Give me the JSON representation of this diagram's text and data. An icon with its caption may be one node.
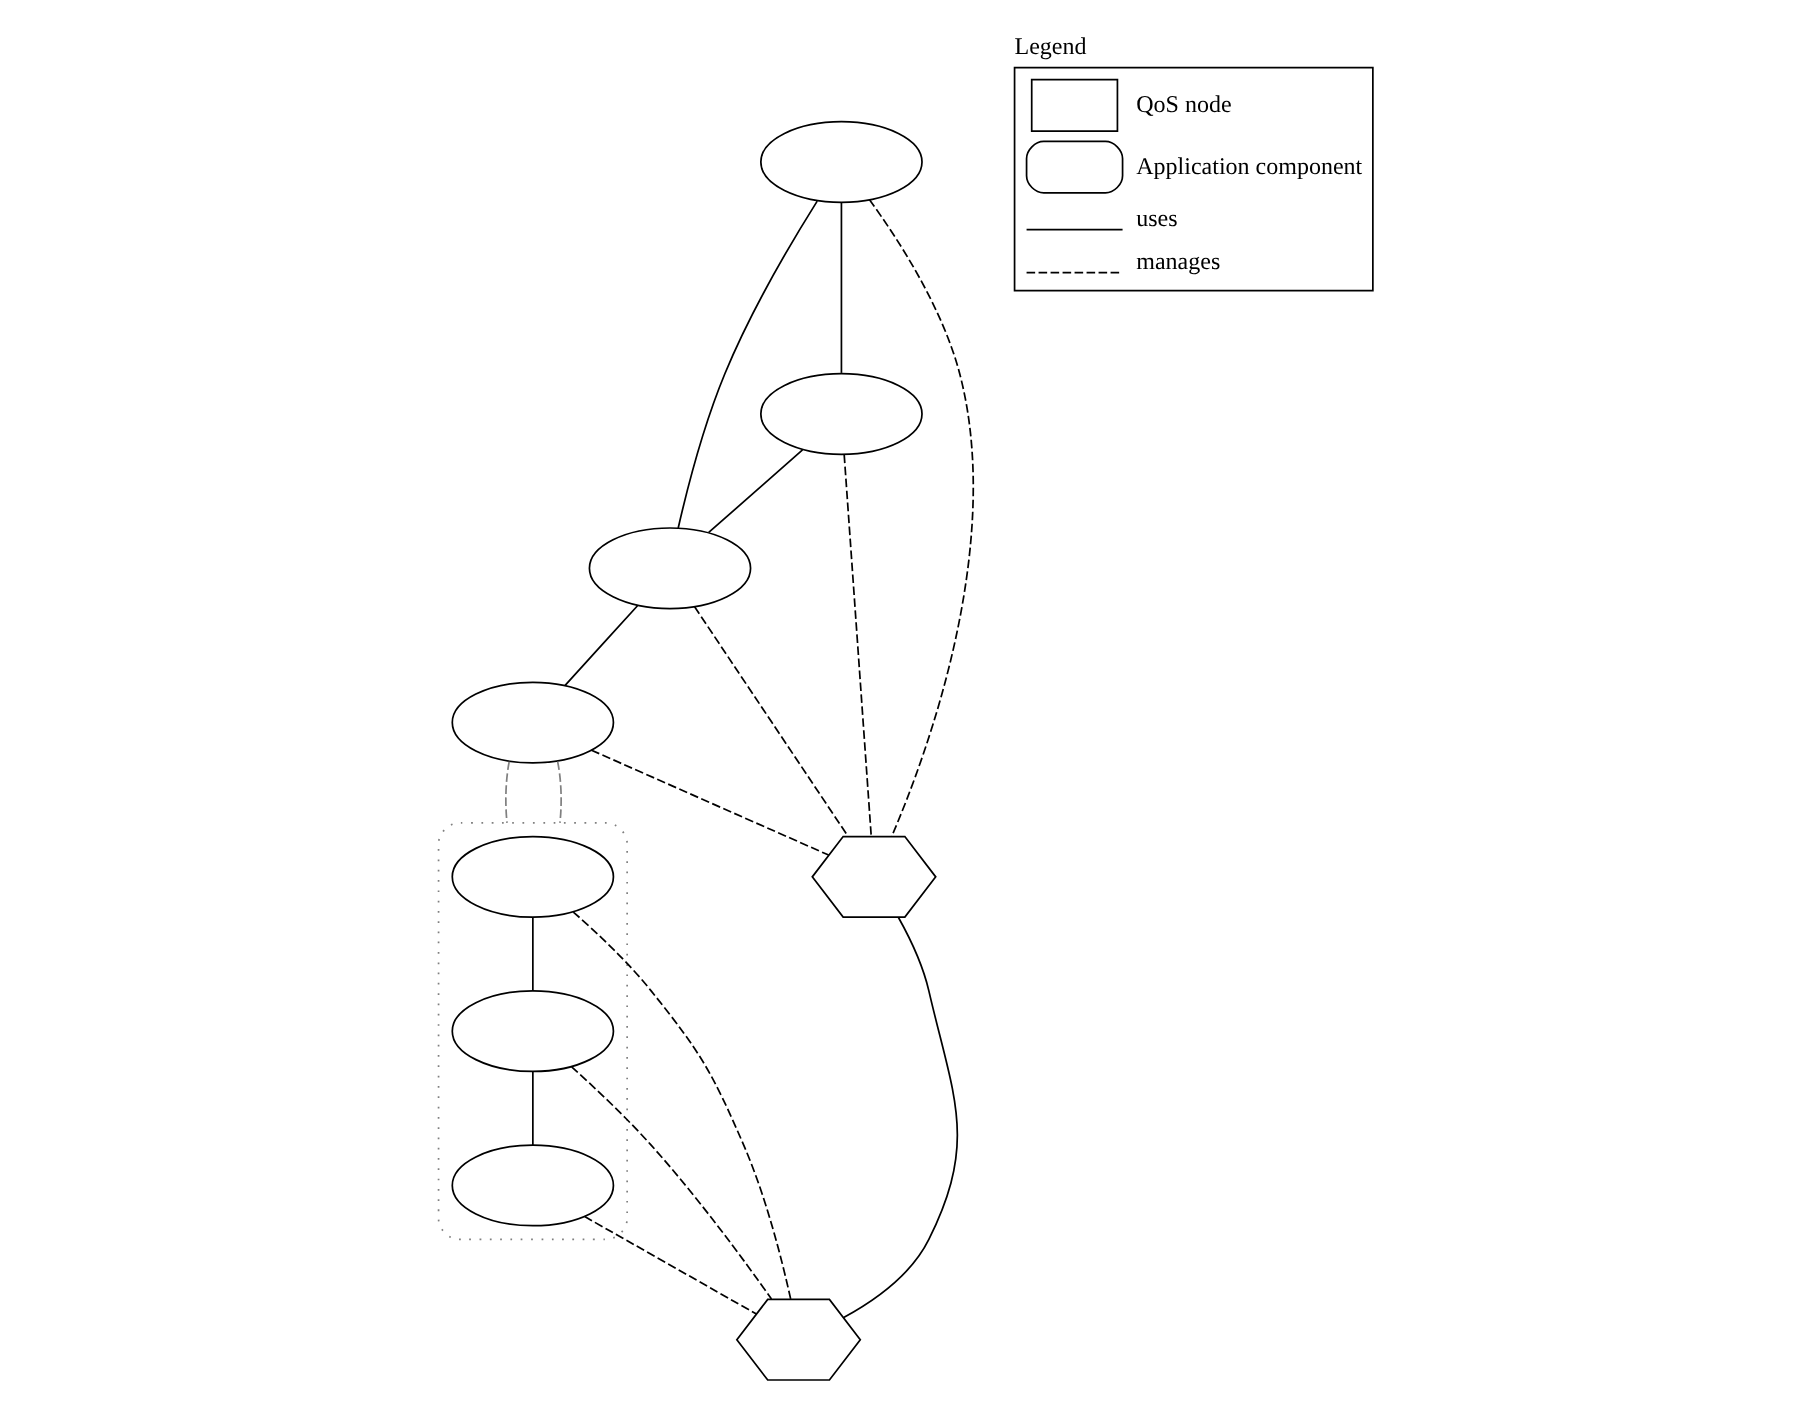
{
  "diagram": {
    "nodes": [
      {
        "text": [],
        "shape": "ellipse"
      },
      {
        "text": [],
        "shape": "ellipse"
      },
      {
        "text": [],
        "shape": "ellipse"
      },
      {
        "text": [],
        "shape": "ellipse"
      },
      {
        "text": [],
        "shape": "hexagon"
      },
      {
        "text": [],
        "shape": "ellipse"
      },
      {
        "text": [],
        "shape": "ellipse",
        "in": 5
      },
      {
        "text": [],
        "shape": "ellipse",
        "in": 5
      },
      {
        "text": [],
        "shape": "ellipse",
        "in": 5
      },
      {
        "text": [],
        "shape": "hexagon"
      }
    ],
    "edges": [
      {
        "from": 0,
        "to": 1,
        "arrow": "none"
      },
      {
        "from": 0,
        "to": 2,
        "arrow": "none"
      },
      {
        "from": 1,
        "to": 2,
        "arrow": "none"
      },
      {
        "from": 2,
        "to": 3,
        "arrow": "none"
      },
      {
        "from": 0,
        "to": 4,
        "arrow": "none",
        "style": "dashed"
      },
      {
        "from": 2,
        "to": 4,
        "arrow": "none",
        "style": "dashed"
      },
      {
        "from": 1,
        "to": 4,
        "arrow": "none",
        "style": "dashed"
      },
      {
        "from": 3,
        "to": 4,
        "arrow": "none",
        "style": "dashed"
      },
      {
        "from": 4,
        "to": 9,
        "arrow": "none"
      },
      {
        "from": 3,
        "to": 5,
        "arrow": "none",
        "style": "dashed",
        "color": "#808080"
      },
      {
        "from": 3,
        "to": 5,
        "arrow": "none",
        "style": "dashed",
        "color": "#808080"
      },
      {
        "from": 6,
        "to": 7,
        "arrow": "none"
      },
      {
        "from": 7,
        "to": 8,
        "arrow": "none"
      },
      {
        "from": 7,
        "to": 9,
        "arrow": "none",
        "style": "dashed"
      },
      {
        "from": 6,
        "to": 9,
        "arrow": "none",
        "style": "dashed"
      },
      {
        "from": 8,
        "to": 9,
        "arrow": "none",
        "style": "dashed"
      }
    ],
    "labels": [
      "Legend"
    ],
    "legend": [
      {
        "text": "QoS node"
      },
      {
        "text": "Application component"
      },
      {
        "text": "uses"
      },
      {
        "text": "manages"
      }
    ]
  }
}
